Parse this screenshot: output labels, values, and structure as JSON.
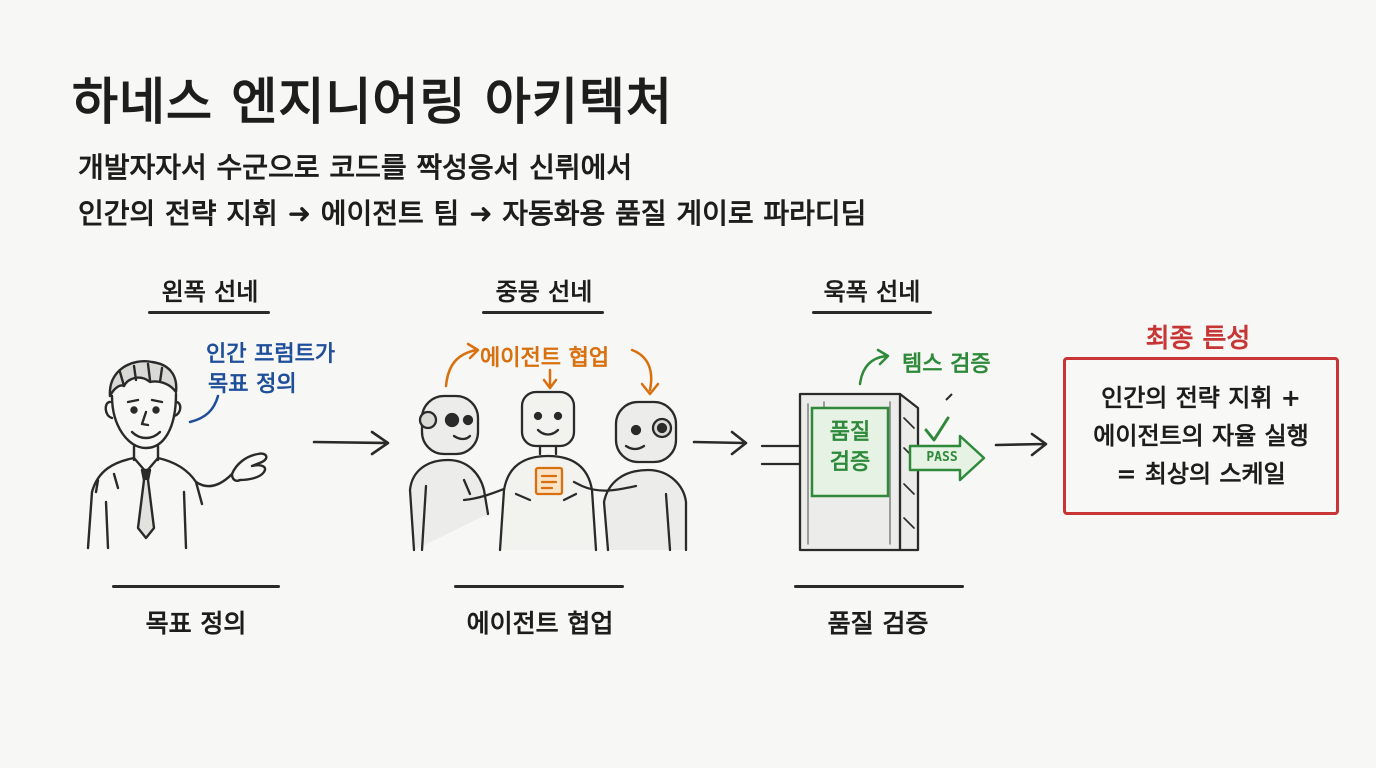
{
  "title": "하네스 엔지니어링 아키텍처",
  "subtitle": {
    "line1": "개발자자서 수군으로 코드를 짝성응서 신뤼에서",
    "line2": "인간의 전략 지휘 ➜ 에이전트 팀 ➜ 자동화용 품질 게이로 파라디딤"
  },
  "lanes": {
    "left": {
      "title": "왼폭 선네",
      "note_line1": "인간 프럼트가",
      "note_line2": "목표 정의",
      "caption": "목표 정의"
    },
    "middle": {
      "title": "중뭉 선네",
      "note": "에이전트 협업",
      "caption": "에이전트 협업"
    },
    "right": {
      "title": "욱폭 선네",
      "note": "템스 검증",
      "gate_line1": "품질",
      "gate_line2": "검증",
      "pass_label": "PASS",
      "caption": "품질 검증"
    }
  },
  "final": {
    "title": "최종 튼성",
    "line1": "인간의 전략 지휘 +",
    "line2": "에이전트의 자율 실행",
    "line3": "= 최상의 스케일"
  },
  "colors": {
    "blue": "#1f4f9a",
    "orange": "#d9700f",
    "green": "#2e8a3a",
    "red": "#c73535",
    "ink": "#2a2a2a"
  }
}
